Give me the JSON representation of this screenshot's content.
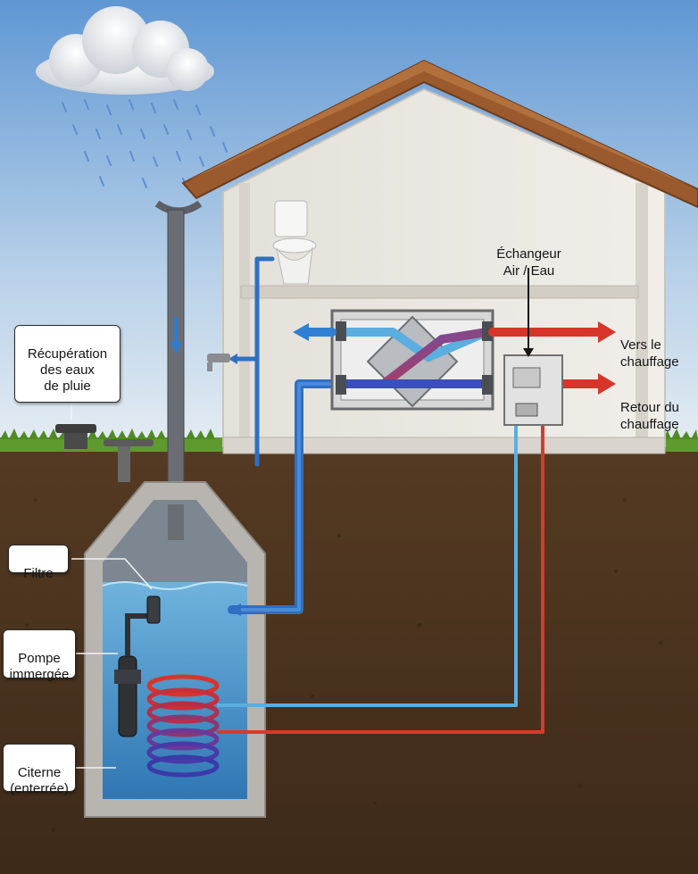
{
  "labels": {
    "rainwater": "Récupération\ndes eaux\nde pluie",
    "exchanger": "Échangeur\nAir / Eau",
    "to_heating": "Vers le\nchauffage",
    "heating_return": "Retour du\nchauffage",
    "filter": "Filtre",
    "pump": "Pompe\nimmergée",
    "tank": "Citerne\n(enterrée)"
  },
  "colors": {
    "sky_top": "#6aa0d8",
    "sky_bottom": "#dfe9f2",
    "soil": "#4a3320",
    "grass": "#5f9a2f",
    "house_wall": "#ece8e2",
    "roof": "#9a5a2e",
    "concrete": "#b9b6b1",
    "water": "#4f97c9",
    "pipe_blue": "#2f6fc2",
    "pipe_light_blue": "#5aaee0",
    "pipe_red": "#d83a2c",
    "pipe_purple": "#6a3aa0",
    "downpipe": "#6a6e74"
  }
}
